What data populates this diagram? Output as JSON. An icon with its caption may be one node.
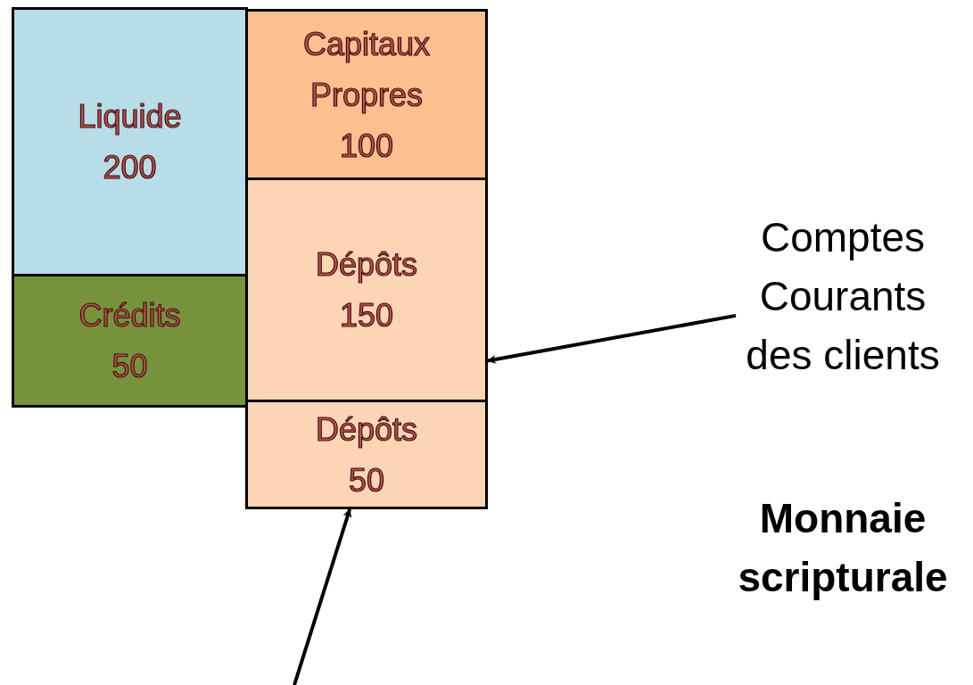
{
  "diagram": {
    "nodes": [
      {
        "text": [
          "Liquide 200"
        ]
      },
      {
        "text": [
          "Crédits 50"
        ]
      },
      {
        "text": [
          "Capitaux Propres 100"
        ]
      },
      {
        "text": [
          "Dépôts 150"
        ]
      },
      {
        "text": [
          "Dépôts 50"
        ]
      },
      {
        "text": [
          "Comptes Courants des clients"
        ]
      }
    ],
    "edges": [
      {
        "from": 5,
        "to": 3,
        "arrow": "to"
      },
      {
        "from": null,
        "to": 4,
        "arrow": "to"
      }
    ],
    "labels": [
      "Monnaie scripturale"
    ]
  }
}
